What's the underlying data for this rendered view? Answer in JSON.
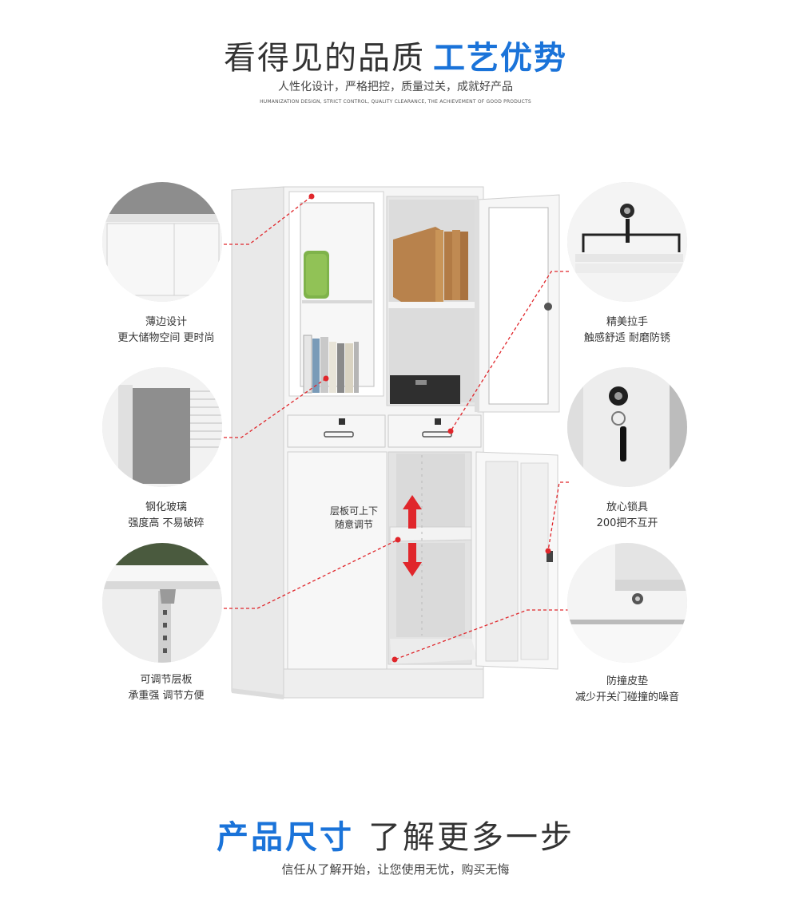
{
  "header": {
    "title_main": "看得见的品质",
    "title_accent": "工艺优势",
    "subtitle": "人性化设计，严格把控，质量过关，成就好产品",
    "subtitle_en": "HUMANIZATION DESIGN, STRICT CONTROL, QUALITY CLEARANCE, THE ACHIEVEMENT OF GOOD PRODUCTS"
  },
  "features": {
    "thin_edge": {
      "line1": "薄边设计",
      "line2": "更大储物空间 更时尚"
    },
    "glass": {
      "line1": "钢化玻璃",
      "line2": "强度高 不易破碎"
    },
    "shelf": {
      "line1": "可调节层板",
      "line2": "承重强 调节方便"
    },
    "handle": {
      "line1": "精美拉手",
      "line2": "触感舒适 耐磨防锈"
    },
    "lock": {
      "line1": "放心锁具",
      "line2": "200把不互开"
    },
    "bumper": {
      "line1": "防撞皮垫",
      "line2": "减少开关门碰撞的噪音"
    }
  },
  "cabinet": {
    "shelf_note_line1": "层板可上下",
    "shelf_note_line2": "随意调节"
  },
  "footer": {
    "title_accent": "产品尺寸",
    "title_main": "了解更多一步",
    "subtitle": "信任从了解开始，让您使用无忧，购买无悔"
  },
  "colors": {
    "accent": "#1a73d9",
    "pointer_line": "#e0262b",
    "cabinet_body": "#f4f4f4",
    "cabinet_edge": "#cfcfcf"
  }
}
